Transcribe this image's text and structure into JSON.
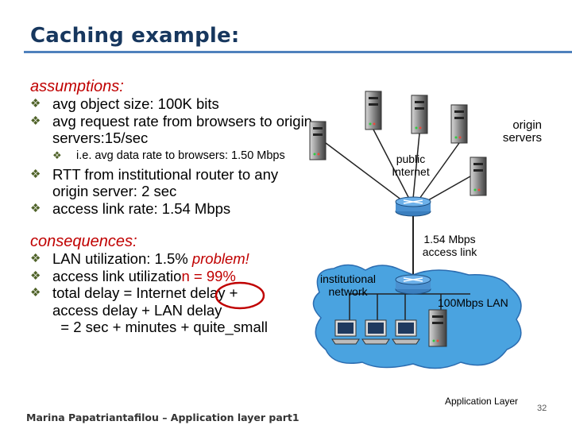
{
  "slide": {
    "title": "Caching example:",
    "assumptions_heading": "assumptions:",
    "assumptions": [
      "avg object size: 100K bits",
      "avg request rate from browsers to origin servers:15/sec"
    ],
    "assumptions_sub": "i.e. avg data rate to browsers: 1.50 Mbps",
    "assumptions_more": [
      "RTT from institutional router to any origin server: 2 sec",
      "access link rate: 1.54 Mbps"
    ],
    "consequences_heading": "consequences:",
    "consequence_1_text": "LAN utilization: 1.5%",
    "consequence_1_flag": "problem!",
    "consequence_2_prefix": "access link utilizatio",
    "consequence_2_circled": "n = 99%",
    "consequence_3_line1": "total delay   = Internet delay +",
    "consequence_3_line2": "access delay + LAN delay",
    "consequence_3_line3": "  = 2 sec + minutes + quite_small"
  },
  "diagram": {
    "origin_servers": "origin servers",
    "public_internet": "public Internet",
    "access_link": "1.54 Mbps access link",
    "institutional_network": "institutional network",
    "lan": "100Mbps LAN"
  },
  "footer": {
    "author": "Marina Papatriantafilou –  Application layer part1",
    "section": "Application Layer",
    "page": "32"
  },
  "colors": {
    "title": "#17375e",
    "rule": "#4f81bd",
    "accent_red": "#c00000",
    "bullet": "#4f6228",
    "network_blue": "#4aa3e0",
    "cloud_stroke": "#2b6cb0"
  }
}
